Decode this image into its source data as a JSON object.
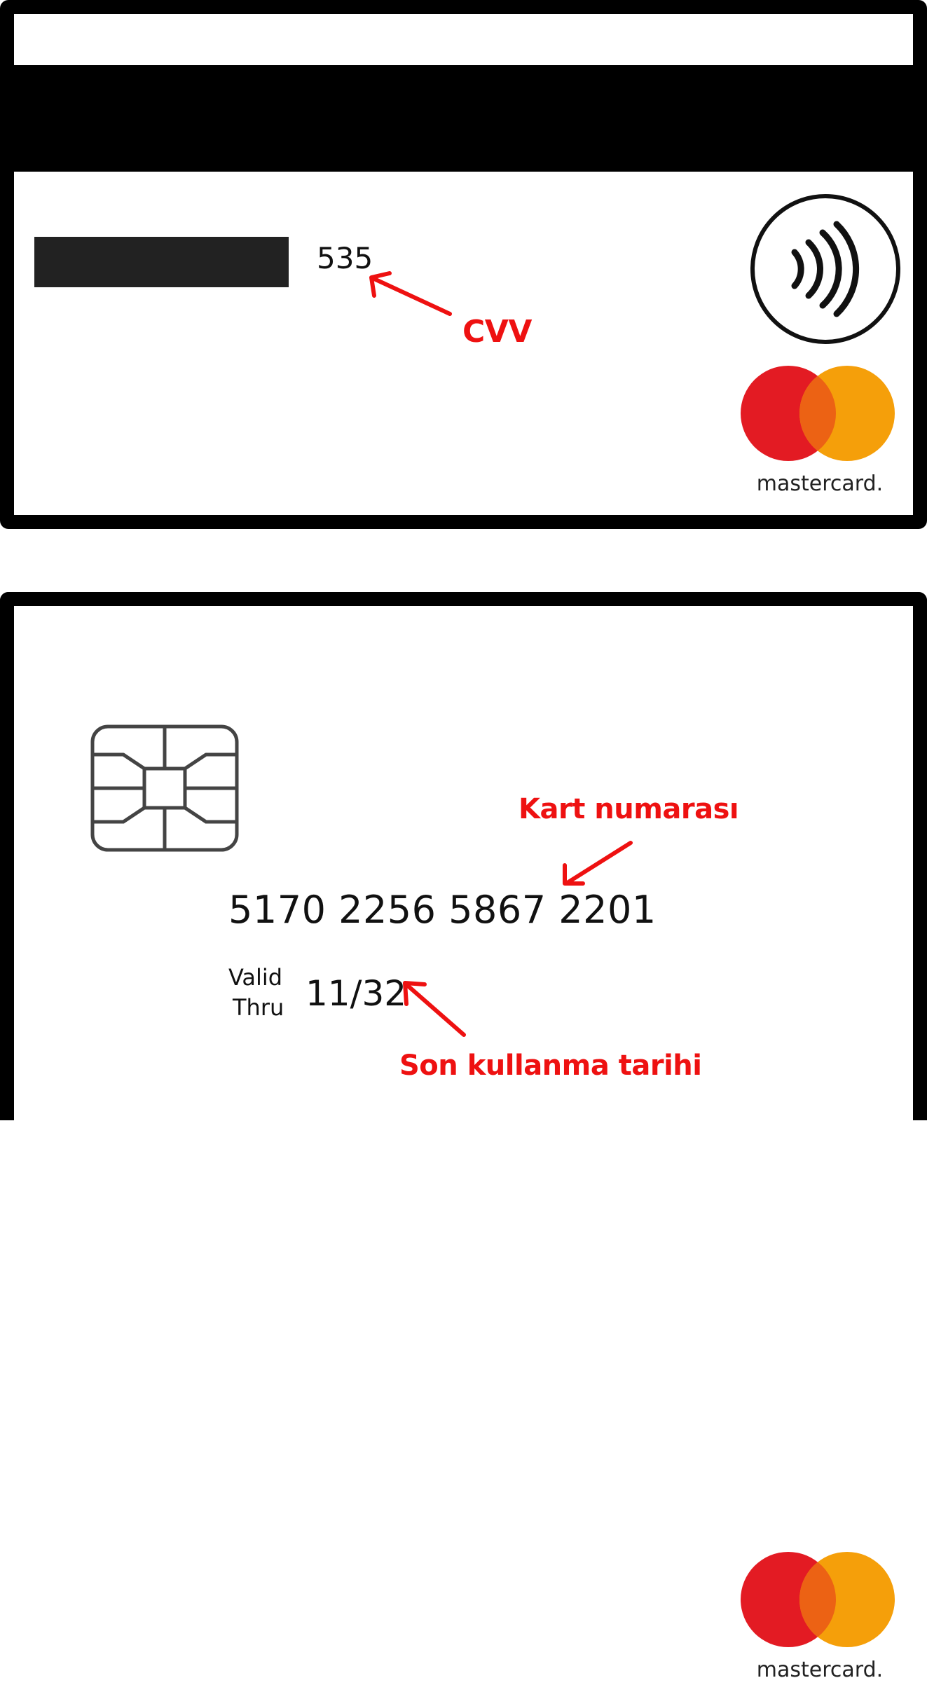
{
  "back": {
    "cvv_value": "535",
    "cvv_label": "CVV",
    "brand_wordmark": "mastercard.",
    "icons": [
      "contactless-icon",
      "mastercard-logo"
    ]
  },
  "front": {
    "card_number": "5170 2256 5867 2201",
    "valid_label_line1": "Valid",
    "valid_label_line2": "Thru",
    "expiry": "11/32",
    "card_number_label": "Kart numarası",
    "expiry_label": "Son kullanma tarihi",
    "brand_wordmark": "mastercard.",
    "icons": [
      "chip-icon",
      "mastercard-logo"
    ]
  },
  "colors": {
    "annotation": "#ee1111",
    "mastercard_red": "#e31b23",
    "mastercard_orange": "#f59f0a",
    "mastercard_overlap": "#ec6214"
  }
}
